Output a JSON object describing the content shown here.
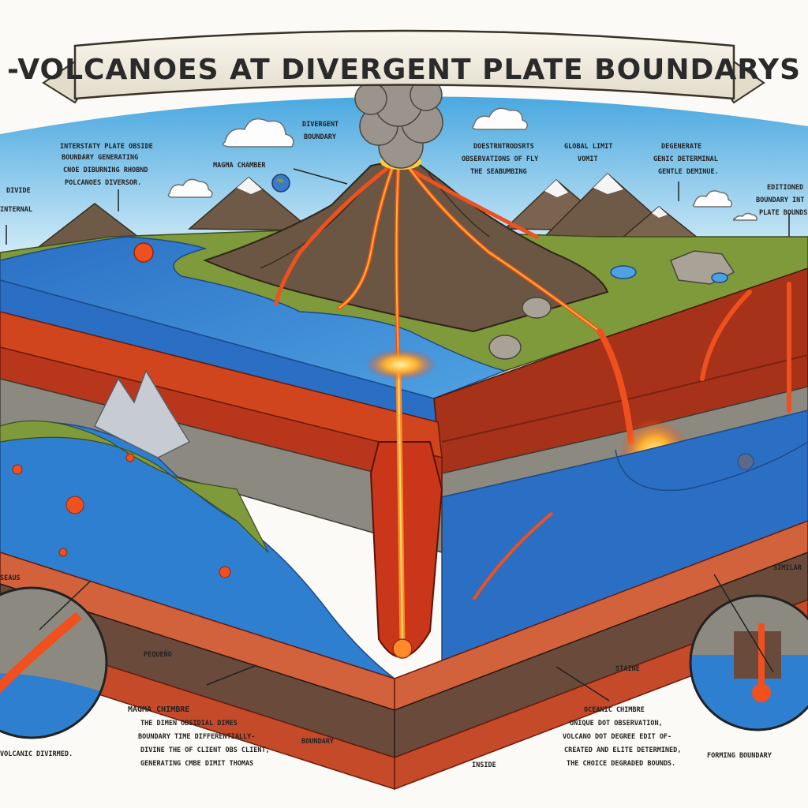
{
  "title": "-VOLCANOES AT DIVERGENT PLATE BOUNDARYS",
  "labels": {
    "top_left_1": "INTERSTATY PLATE OBSIDE",
    "top_left_2": "BOUNDARY GENERATING",
    "top_left_3": "CNOE DIBURNING RHOBND",
    "top_left_4": "POLCANOES DIVERSOR.",
    "left_edge_1": "DIVIDE",
    "left_edge_2": "INTERNAL",
    "magma_chamber": "MAGMA CHAMBER",
    "divergent_1": "DIVERGENT",
    "divergent_2": "BOUNDARY",
    "center_1": "DOESTRNTRODSRTS",
    "center_2": "OBSERVATIONS OF FLY",
    "center_3": "THE SEABUMBING",
    "volcano_vent_1": "GLOBAL LIMIT",
    "volcano_vent_2": "VOMIT",
    "right_1": "DEGENERATE",
    "right_2": "GENIC DETERMINAL",
    "right_3": "GENTLE DEMINUE.",
    "right_edge_1": "EDITIONED",
    "right_edge_2": "BOUNDARY INT",
    "right_edge_3": "PLATE BOUNDS",
    "bottom_left_edge": "SEAUS",
    "bottom_left_small": "PEQUEÑO",
    "bottom_left_bold": "VOLCANIC DIVIRMED.",
    "magma_chimbre": "MAGMA CHIMBRE",
    "magma_para_1": "THE DIMEN OBSIDIAL DIMES",
    "magma_para_2": "BOUNDARY TIME DIFFERENTIALLY-",
    "magma_para_3": "DIVINE THE OF CLIENT OBS CLIENT,",
    "magma_para_4": "GENERATING CMBE DIMIT THOMAS",
    "bottom_center_small": "BOUNDARY",
    "bottom_mid_small": "INSIDE",
    "bottom_right_small": "STAINE",
    "oceanic_1": "OCEANIC CHIMBRE",
    "oceanic_2": "UNIQUE DOT OBSERVATION,",
    "oceanic_3": "VOLCANO DOT DEGREE EDIT OF-",
    "oceanic_4": "CREATED AND ELITE DETERMINED,",
    "oceanic_5": "THE CHOICE DEGRADED BOUNDS.",
    "bottom_right_edge": "SIMILAR",
    "bottom_right_corner": "FORMING BOUNDARY"
  },
  "colors": {
    "sky": "#7ec6ea",
    "ocean": "#2f7fd0",
    "lava": "#f0501e",
    "magma_glow": "#ff9a2a",
    "crust_red": "#b8361c",
    "rock": "#8c8a80",
    "grass": "#7f9a3a",
    "mountain": "#6e5a46",
    "smoke": "#9a948c",
    "banner": "#f3efe4"
  },
  "icons": [
    "banner-ribbon",
    "smoke-plume",
    "cloud-icon",
    "globe-icon",
    "arrow-icon",
    "magnifier-circle"
  ]
}
